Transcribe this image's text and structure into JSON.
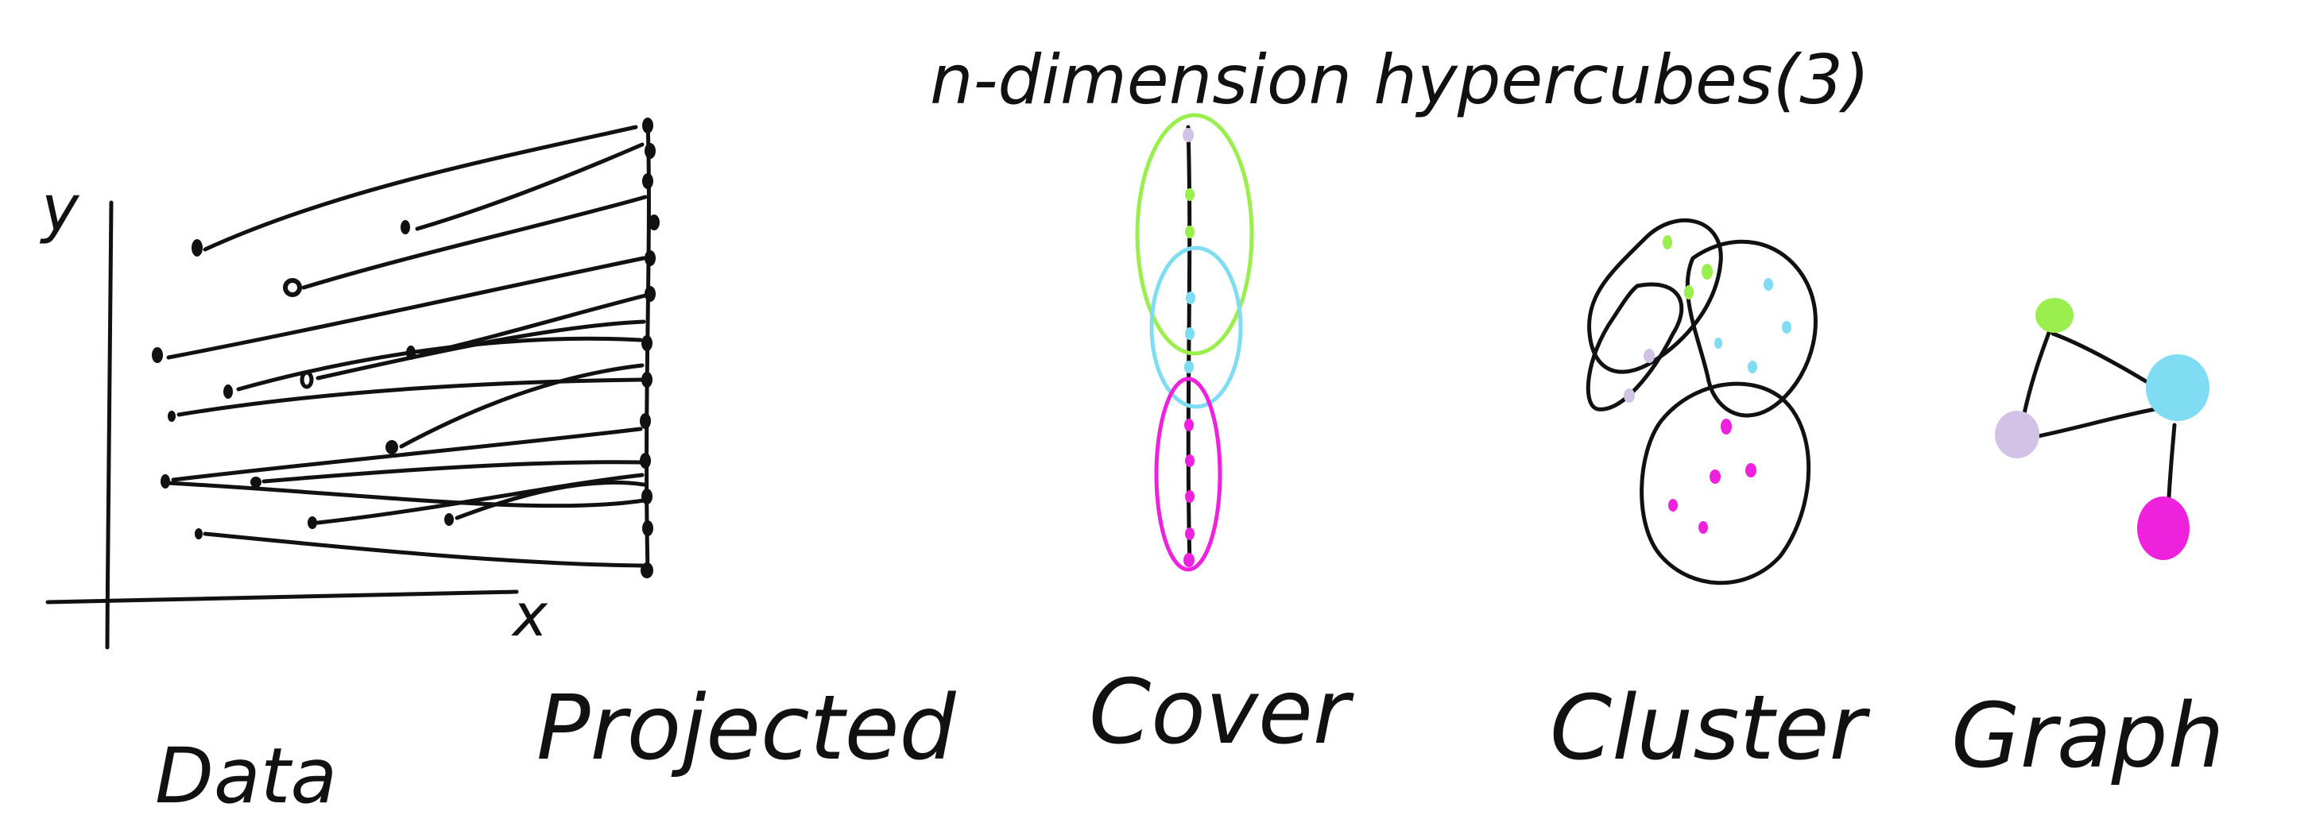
{
  "title": "n-dimension hypercubes(3)",
  "axes": {
    "x_label": "x",
    "y_label": "y"
  },
  "stages": {
    "data": "Data",
    "projected": "Projected",
    "cover": "Cover",
    "cluster": "Cluster",
    "graph": "Graph"
  },
  "colors": {
    "ink": "#111111",
    "green": "#9aee4e",
    "cyan": "#7fdcf2",
    "magenta": "#ee22dd",
    "lavender": "#d2c3e6"
  }
}
